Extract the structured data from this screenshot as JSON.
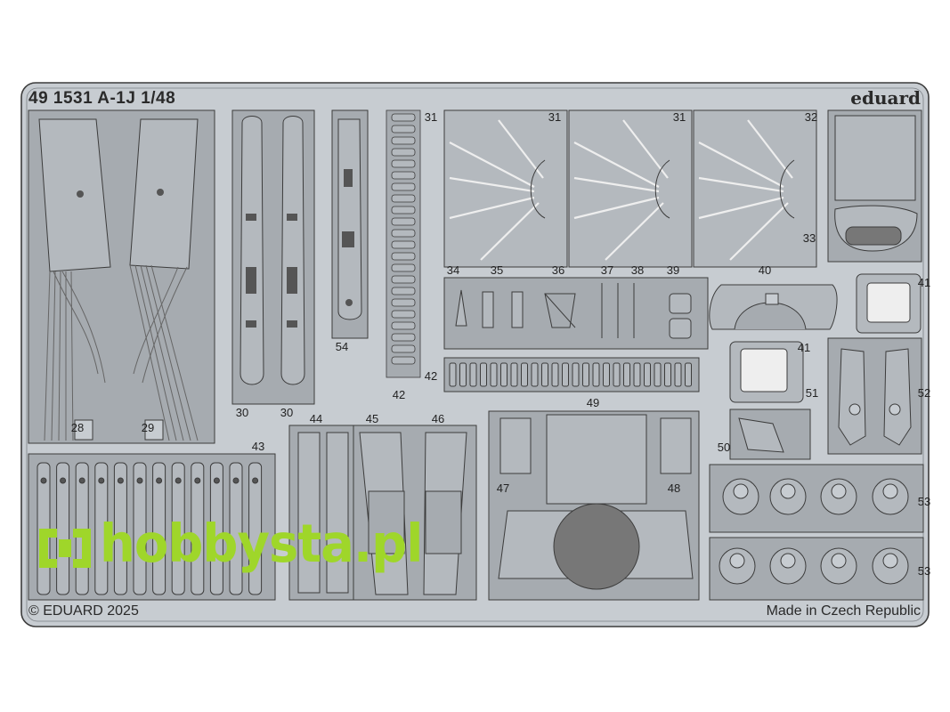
{
  "fret": {
    "title": "49 1531 A-1J 1/48",
    "brand": "eduard",
    "copyright": "© EDUARD 2025",
    "origin": "Made in Czech Republic",
    "base_color": "#c7ccd1",
    "part_color": "#b4b9be",
    "line_color": "#3c3c3c"
  },
  "part_numbers": [
    {
      "label": "28"
    },
    {
      "label": "29"
    },
    {
      "label": "30"
    },
    {
      "label": "30"
    },
    {
      "label": "54"
    },
    {
      "label": "42"
    },
    {
      "label": "31"
    },
    {
      "label": "31"
    },
    {
      "label": "31"
    },
    {
      "label": "32"
    },
    {
      "label": "33"
    },
    {
      "label": "34"
    },
    {
      "label": "35"
    },
    {
      "label": "36"
    },
    {
      "label": "37"
    },
    {
      "label": "38"
    },
    {
      "label": "39"
    },
    {
      "label": "40"
    },
    {
      "label": "41"
    },
    {
      "label": "41"
    },
    {
      "label": "42"
    },
    {
      "label": "49"
    },
    {
      "label": "51"
    },
    {
      "label": "52"
    },
    {
      "label": "50"
    },
    {
      "label": "43"
    },
    {
      "label": "44"
    },
    {
      "label": "45"
    },
    {
      "label": "46"
    },
    {
      "label": "47"
    },
    {
      "label": "48"
    },
    {
      "label": "53"
    },
    {
      "label": "53"
    }
  ],
  "watermark": {
    "text": "hobbysta.pl",
    "color": "#9fd62a"
  }
}
